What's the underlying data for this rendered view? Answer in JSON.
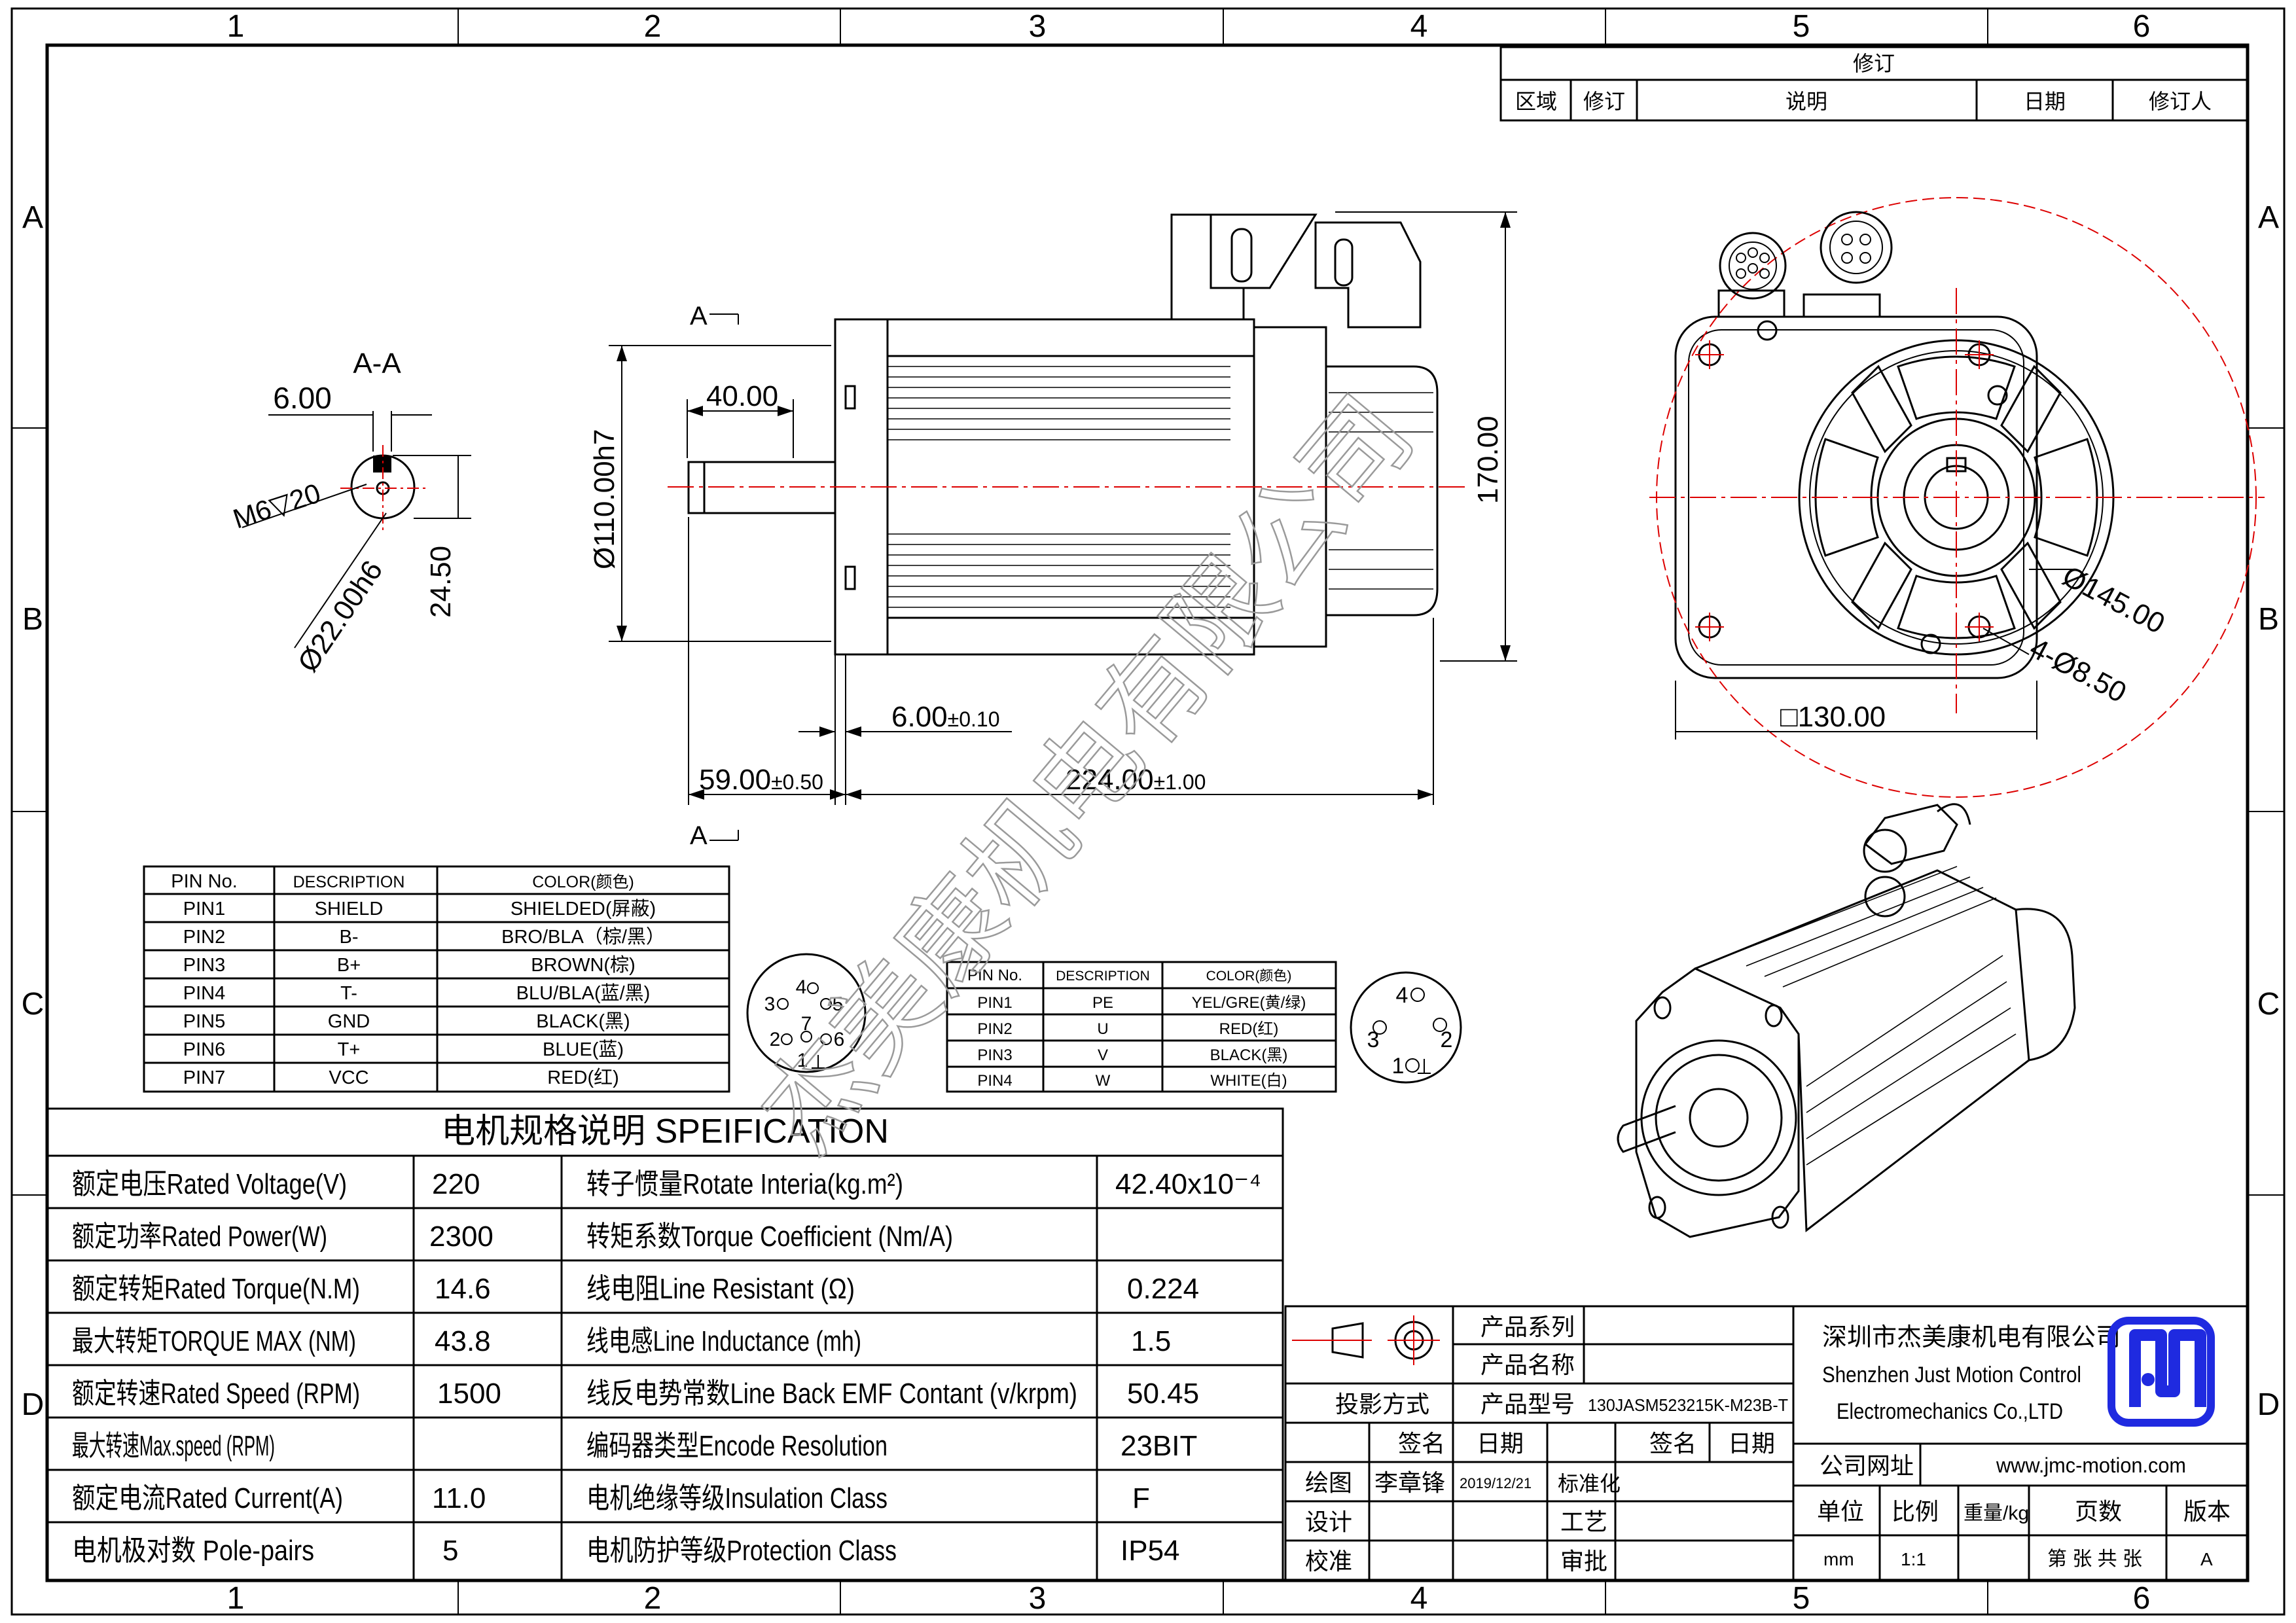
{
  "border": {
    "columns": [
      "1",
      "2",
      "3",
      "4",
      "5",
      "6"
    ],
    "rows": [
      "A",
      "B",
      "C",
      "D"
    ]
  },
  "revision": {
    "title": "修订",
    "headers": [
      "区域",
      "修订",
      "说明",
      "日期",
      "修订人"
    ]
  },
  "section": {
    "label": "A-A",
    "marker": "A",
    "key_width": "6.00",
    "thread": "M6▽20",
    "shaft_dia": "Ø22.00h6",
    "key_height": "24.50"
  },
  "side_view": {
    "shaft_len_key": "40.00",
    "flange_dia": "Ø110.00h7",
    "height": "170.00",
    "flange_thk": "6.00",
    "flange_thk_tol": "±0.10",
    "shaft_len": "59.00",
    "shaft_len_tol": "±0.50",
    "body_len": "224.00",
    "body_len_tol": "±1.00"
  },
  "front_view": {
    "pcd": "Ø145.00",
    "holes": "4-Ø8.50",
    "square": "□130.00"
  },
  "encoder_pins": {
    "headers": [
      "PIN No.",
      "DESCRIPTION",
      "COLOR(颜色)"
    ],
    "rows": [
      [
        "PIN1",
        "SHIELD",
        "SHIELDED(屏蔽)"
      ],
      [
        "PIN2",
        "B-",
        "BRO/BLA（棕/黑）"
      ],
      [
        "PIN3",
        "B+",
        "BROWN(棕)"
      ],
      [
        "PIN4",
        "T-",
        "BLU/BLA(蓝/黑)"
      ],
      [
        "PIN5",
        "GND",
        "BLACK(黑)"
      ],
      [
        "PIN6",
        "T+",
        "BLUE(蓝)"
      ],
      [
        "PIN7",
        "VCC",
        "RED(红)"
      ]
    ],
    "connector_numbers": [
      "1",
      "2",
      "3",
      "4",
      "5",
      "6",
      "7"
    ]
  },
  "power_pins": {
    "headers": [
      "PIN No.",
      "DESCRIPTION",
      "COLOR(颜色)"
    ],
    "rows": [
      [
        "PIN1",
        "PE",
        "YEL/GRE(黄/绿)"
      ],
      [
        "PIN2",
        "U",
        "RED(红)"
      ],
      [
        "PIN3",
        "V",
        "BLACK(黑)"
      ],
      [
        "PIN4",
        "W",
        "WHITE(白)"
      ]
    ],
    "connector_numbers": [
      "1",
      "2",
      "3",
      "4"
    ]
  },
  "spec": {
    "title": "电机规格说明 SPEIFICATION",
    "rows": [
      [
        "额定电压Rated Voltage(V)",
        "220",
        "转子惯量Rotate Interia(kg.m²)",
        "42.40x10⁻⁴"
      ],
      [
        "额定功率Rated Power(W)",
        "2300",
        "转矩系数Torque Coefficient (Nm/A)",
        ""
      ],
      [
        "额定转矩Rated Torque(N.M)",
        "14.6",
        "线电阻Line Resistant (Ω)",
        "0.224"
      ],
      [
        "最大转矩TORQUE MAX (NM)",
        "43.8",
        "线电感Line Inductance (mh)",
        "1.5"
      ],
      [
        "额定转速Rated Speed (RPM)",
        "1500",
        "线反电势常数Line Back EMF Contant (v/krpm)",
        "50.45"
      ],
      [
        "最大转速Max.speed (RPM)",
        "",
        "编码器类型Encode Resolution",
        "23BIT"
      ],
      [
        "额定电流Rated Current(A)",
        "11.0",
        "电机绝缘等级Insulation Class",
        "F"
      ],
      [
        "电机极对数 Pole-pairs",
        "5",
        "电机防护等级Protection Class",
        "IP54"
      ]
    ]
  },
  "title_block": {
    "projection": "投影方式",
    "product_series": "产品系列",
    "product_name": "产品名称",
    "product_model": "产品型号",
    "model_value": "130JASM523215K-M23B-T",
    "sign": "签名",
    "date": "日期",
    "draw": "绘图",
    "drawer": "李章锋",
    "draw_date": "2019/12/21",
    "design": "设计",
    "check": "校准",
    "standard": "标准化",
    "craft": "工艺",
    "approve": "审批",
    "sign2": "签名",
    "date2": "日期",
    "company_cn": "深圳市杰美康机电有限公司",
    "company_en1": "Shenzhen Just Motion Control",
    "company_en2": "Electromechanics Co.,LTD",
    "website_label": "公司网址",
    "website": "www.jmc-motion.com",
    "unit": "单位",
    "unit_val": "mm",
    "scale": "比例",
    "scale_val": "1:1",
    "weight": "重量/kg",
    "pages": "页数",
    "pages_val": "第 张 共 张",
    "version": "版本",
    "version_val": "A"
  },
  "watermark": "杰美康机电有限公司"
}
